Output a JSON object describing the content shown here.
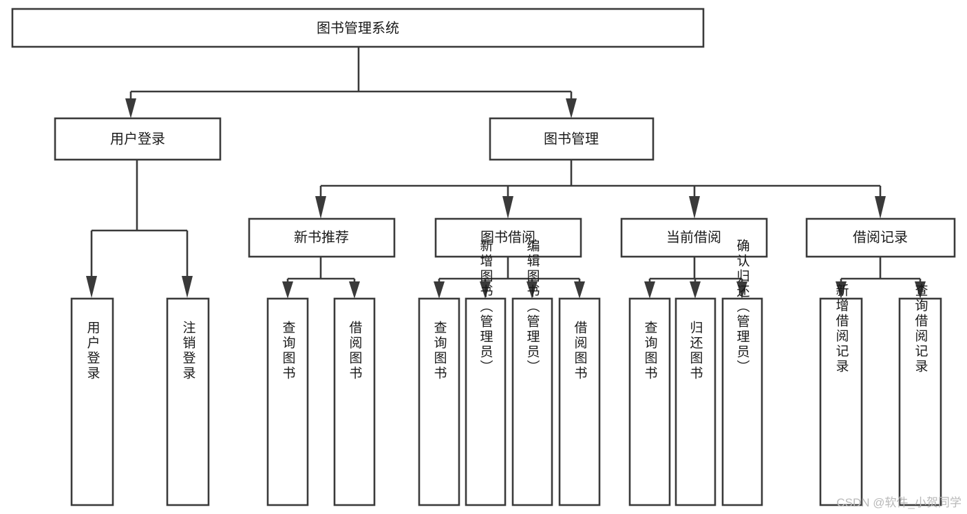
{
  "diagram": {
    "type": "tree-hierarchy",
    "title": "图书管理系统",
    "colors": {
      "box_stroke": "#3a3a3a",
      "box_fill": "#ffffff",
      "connector": "#3a3a3a",
      "text": "#1a1a1a",
      "watermark": "#b9b9b9",
      "background": "#ffffff"
    },
    "watermark": "CSDN @软件_小贺同学",
    "levels": 3,
    "nodes": {
      "root": {
        "label": "图书管理系统",
        "orientation": "horizontal"
      },
      "level2": [
        {
          "id": "user-login",
          "label": "用户登录",
          "orientation": "horizontal"
        },
        {
          "id": "book-manage",
          "label": "图书管理",
          "orientation": "horizontal"
        }
      ],
      "level3": [
        {
          "id": "new-book-recommend",
          "label": "新书推荐",
          "orientation": "horizontal",
          "parent": "book-manage"
        },
        {
          "id": "book-borrow",
          "label": "图书借阅",
          "orientation": "horizontal",
          "parent": "book-manage"
        },
        {
          "id": "current-borrow",
          "label": "当前借阅",
          "orientation": "horizontal",
          "parent": "book-manage"
        },
        {
          "id": "borrow-record",
          "label": "借阅记录",
          "orientation": "horizontal",
          "parent": "book-manage"
        }
      ],
      "leaves": [
        {
          "id": "leaf-user-login",
          "label": "用户登录",
          "parent": "user-login",
          "orientation": "vertical"
        },
        {
          "id": "leaf-user-logout",
          "label": "注销登录",
          "parent": "user-login",
          "orientation": "vertical"
        },
        {
          "id": "leaf-query-book-1",
          "label": "查询图书",
          "parent": "new-book-recommend",
          "orientation": "vertical"
        },
        {
          "id": "leaf-borrow-book-1",
          "label": "借阅图书",
          "parent": "new-book-recommend",
          "orientation": "vertical"
        },
        {
          "id": "leaf-query-book-2",
          "label": "查询图书",
          "parent": "book-borrow",
          "orientation": "vertical"
        },
        {
          "id": "leaf-add-book",
          "label": "新增图书（管理员）",
          "parent": "book-borrow",
          "orientation": "vertical"
        },
        {
          "id": "leaf-edit-book",
          "label": "编辑图书（管理员）",
          "parent": "book-borrow",
          "orientation": "vertical"
        },
        {
          "id": "leaf-borrow-book-2",
          "label": "借阅图书",
          "parent": "book-borrow",
          "orientation": "vertical"
        },
        {
          "id": "leaf-query-book-3",
          "label": "查询图书",
          "parent": "current-borrow",
          "orientation": "vertical"
        },
        {
          "id": "leaf-return-book",
          "label": "归还图书",
          "parent": "current-borrow",
          "orientation": "vertical"
        },
        {
          "id": "leaf-confirm-return",
          "label": "确认归还（管理员）",
          "parent": "current-borrow",
          "orientation": "vertical"
        },
        {
          "id": "leaf-add-record",
          "label": "新增借阅记录",
          "parent": "borrow-record",
          "orientation": "vertical"
        },
        {
          "id": "leaf-query-record",
          "label": "查询借阅记录",
          "parent": "borrow-record",
          "orientation": "vertical"
        }
      ]
    }
  }
}
